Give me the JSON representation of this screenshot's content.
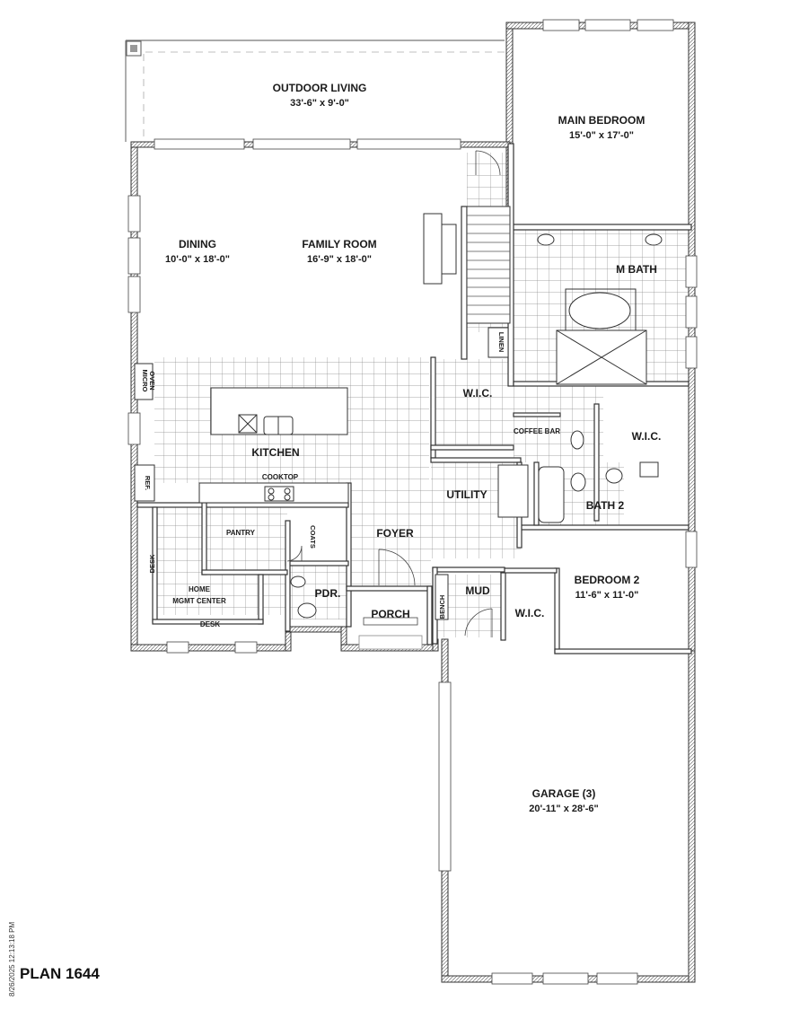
{
  "plan_title": "PLAN 1644",
  "timestamp": "8/26/2025 12:13:18 PM",
  "rooms": {
    "outdoor_living": {
      "name": "OUTDOOR LIVING",
      "dim": "33'-6\" x 9'-0\""
    },
    "main_bedroom": {
      "name": "MAIN BEDROOM",
      "dim": "15'-0\" x 17'-0\""
    },
    "dining": {
      "name": "DINING",
      "dim": "10'-0\" x 18'-0\""
    },
    "family_room": {
      "name": "FAMILY ROOM",
      "dim": "16'-9\" x 18'-0\""
    },
    "m_bath": {
      "name": "M BATH"
    },
    "kitchen": {
      "name": "KITCHEN"
    },
    "wic_1": {
      "name": "W.I.C."
    },
    "wic_2": {
      "name": "W.I.C."
    },
    "wic_3": {
      "name": "W.I.C."
    },
    "utility": {
      "name": "UTILITY"
    },
    "bath_2": {
      "name": "BATH 2"
    },
    "foyer": {
      "name": "FOYER"
    },
    "pantry": {
      "name": "PANTRY"
    },
    "home_mgmt": {
      "name1": "HOME",
      "name2": "MGMT CENTER"
    },
    "pdr": {
      "name": "PDR."
    },
    "porch": {
      "name": "PORCH"
    },
    "mud": {
      "name": "MUD"
    },
    "bedroom_2": {
      "name": "BEDROOM 2",
      "dim": "11'-6\" x 11'-0\""
    },
    "garage": {
      "name": "GARAGE (3)",
      "dim": "20'-11\" x 28'-6\""
    }
  },
  "fixtures": {
    "cooktop": "COOKTOP",
    "coffee_bar": "COFFEE BAR",
    "desk_top": "DESK",
    "desk_bottom": "DESK",
    "micro_line1": "MICRO",
    "micro_line2": "OVEN",
    "ref": "REF.",
    "coats": "COATS",
    "linen": "LINEN",
    "bench": "BENCH"
  }
}
